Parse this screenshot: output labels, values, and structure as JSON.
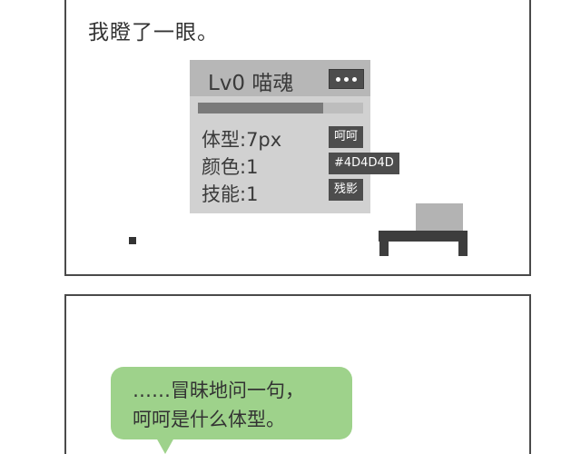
{
  "panel_top": {
    "narration": "我瞪了一眼。",
    "status_card": {
      "title": "Lv0 喵魂",
      "menu_icon": "more-dots-icon",
      "progress": 0.76,
      "stats": [
        {
          "label": "体型:7px",
          "tag": "呵呵"
        },
        {
          "label": "颜色:1",
          "tag": "#4D4D4D"
        },
        {
          "label": "技能:1",
          "tag": "残影"
        }
      ]
    }
  },
  "panel_bottom": {
    "bubble_lines": [
      "……冒昧地问一句，",
      "呵呵是什么体型。"
    ]
  },
  "colors": {
    "ink": "#333333",
    "panel_border": "#4a4a4a",
    "card_bg": "#d1d1d1",
    "card_header": "#b7b7b7",
    "tag_bg": "#4d4d4d",
    "bubble_green": "#9ed28b"
  }
}
